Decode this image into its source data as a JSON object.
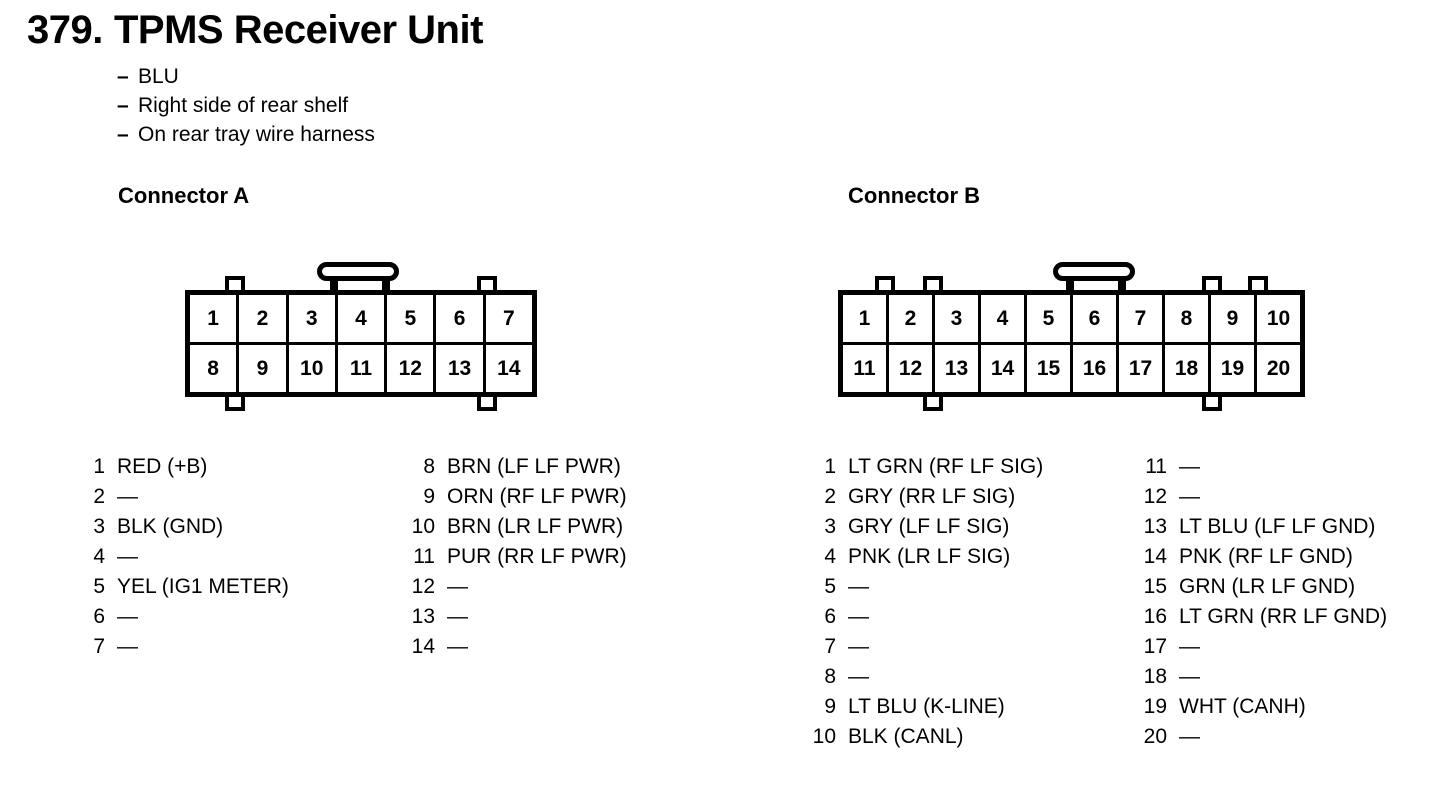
{
  "page": {
    "section_number": "379.",
    "title": "TPMS Receiver Unit",
    "bullet_char": "–",
    "details": [
      "BLU",
      "Right side of rear shelf",
      "On rear tray wire harness"
    ]
  },
  "colors": {
    "ink": "#000000",
    "paper": "#ffffff"
  },
  "connector_a": {
    "heading": "Connector A",
    "grid": {
      "row1": [
        "1",
        "2",
        "3",
        "4",
        "5",
        "6",
        "7"
      ],
      "row2": [
        "8",
        "9",
        "10",
        "11",
        "12",
        "13",
        "14"
      ]
    },
    "pins_left": [
      {
        "num": "1",
        "label": "RED (+B)"
      },
      {
        "num": "2",
        "label": "—"
      },
      {
        "num": "3",
        "label": "BLK (GND)"
      },
      {
        "num": "4",
        "label": "—"
      },
      {
        "num": "5",
        "label": "YEL (IG1 METER)"
      },
      {
        "num": "6",
        "label": "—"
      },
      {
        "num": "7",
        "label": "—"
      }
    ],
    "pins_right": [
      {
        "num": "8",
        "label": "BRN (LF LF PWR)"
      },
      {
        "num": "9",
        "label": "ORN (RF LF PWR)"
      },
      {
        "num": "10",
        "label": "BRN (LR LF PWR)"
      },
      {
        "num": "11",
        "label": "PUR (RR LF PWR)"
      },
      {
        "num": "12",
        "label": "—"
      },
      {
        "num": "13",
        "label": "—"
      },
      {
        "num": "14",
        "label": "—"
      }
    ]
  },
  "connector_b": {
    "heading": "Connector B",
    "grid": {
      "row1": [
        "1",
        "2",
        "3",
        "4",
        "5",
        "6",
        "7",
        "8",
        "9",
        "10"
      ],
      "row2": [
        "11",
        "12",
        "13",
        "14",
        "15",
        "16",
        "17",
        "18",
        "19",
        "20"
      ]
    },
    "pins_left": [
      {
        "num": "1",
        "label": "LT GRN (RF LF SIG)"
      },
      {
        "num": "2",
        "label": "GRY (RR LF SIG)"
      },
      {
        "num": "3",
        "label": "GRY (LF LF SIG)"
      },
      {
        "num": "4",
        "label": "PNK (LR LF SIG)"
      },
      {
        "num": "5",
        "label": "—"
      },
      {
        "num": "6",
        "label": "—"
      },
      {
        "num": "7",
        "label": "—"
      },
      {
        "num": "8",
        "label": "—"
      },
      {
        "num": "9",
        "label": "LT BLU (K-LINE)"
      },
      {
        "num": "10",
        "label": "BLK (CANL)"
      }
    ],
    "pins_right": [
      {
        "num": "11",
        "label": "—"
      },
      {
        "num": "12",
        "label": "—"
      },
      {
        "num": "13",
        "label": "LT BLU (LF LF GND)"
      },
      {
        "num": "14",
        "label": "PNK (RF LF GND)"
      },
      {
        "num": "15",
        "label": "GRN (LR LF GND)"
      },
      {
        "num": "16",
        "label": "LT GRN (RR LF GND)"
      },
      {
        "num": "17",
        "label": "—"
      },
      {
        "num": "18",
        "label": "—"
      },
      {
        "num": "19",
        "label": "WHT (CANH)"
      },
      {
        "num": "20",
        "label": "—"
      }
    ]
  }
}
